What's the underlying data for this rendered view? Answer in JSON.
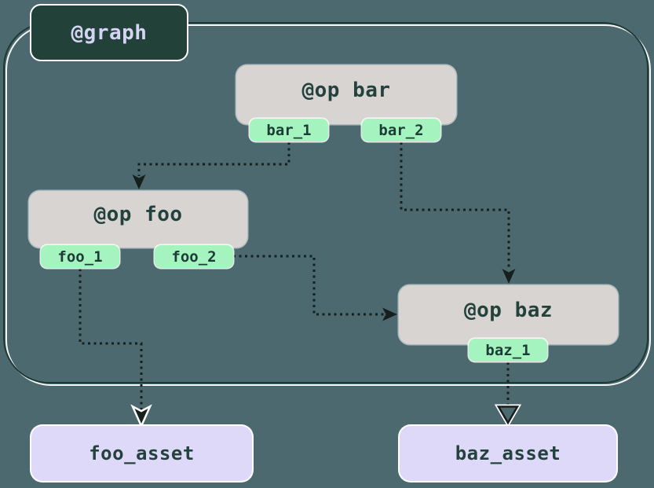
{
  "graph": {
    "label": "@graph"
  },
  "ops": [
    {
      "title": "@op bar",
      "outputs": [
        "bar_1",
        "bar_2"
      ]
    },
    {
      "title": "@op foo",
      "outputs": [
        "foo_1",
        "foo_2"
      ]
    },
    {
      "title": "@op baz",
      "outputs": [
        "baz_1"
      ]
    }
  ],
  "assets": [
    {
      "label": "foo_asset"
    },
    {
      "label": "baz_asset"
    }
  ],
  "edges": [
    {
      "from": "bar_1",
      "to": "@op foo"
    },
    {
      "from": "bar_2",
      "to": "@op baz"
    },
    {
      "from": "foo_1",
      "to": "foo_asset"
    },
    {
      "from": "foo_2",
      "to": "@op baz"
    },
    {
      "from": "baz_1",
      "to": "baz_asset"
    }
  ],
  "colors": {
    "background": "#4d6970",
    "boundary_border": "#1d3a35",
    "graph_box_bg": "#224139",
    "graph_box_text": "#d5d4f4",
    "op_box_bg": "#d7d4d2",
    "op_text": "#24423d",
    "output_tag_bg": "#a5f4bf",
    "output_tag_text": "#1d3c37",
    "asset_box_bg": "#ded9f8",
    "asset_text": "#24423d",
    "edge": "#15201d"
  }
}
